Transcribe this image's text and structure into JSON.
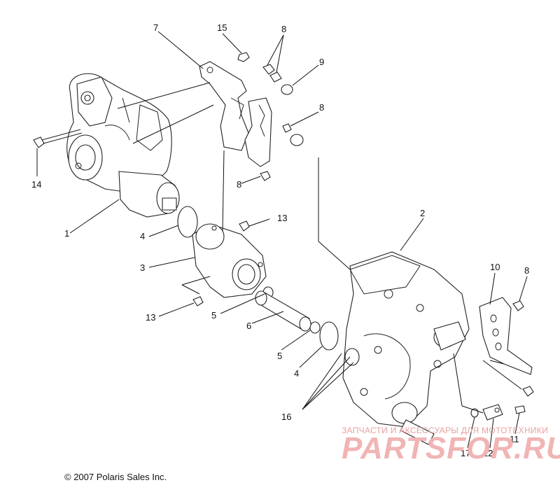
{
  "diagram": {
    "callouts": [
      "1",
      "2",
      "3",
      "4",
      "4",
      "5",
      "5",
      "6",
      "7",
      "8",
      "8",
      "8",
      "8",
      "9",
      "10",
      "11",
      "12",
      "13",
      "13",
      "14",
      "15",
      "16",
      "17"
    ],
    "copyright": "© 2007 Polaris Sales Inc.",
    "watermark": {
      "tagline": "ЗАПЧАСТИ И АКСЕССУАРЫ ДЛЯ МОТОТЕХНИКИ",
      "logo_text": "PARTSFOR.RU"
    }
  }
}
